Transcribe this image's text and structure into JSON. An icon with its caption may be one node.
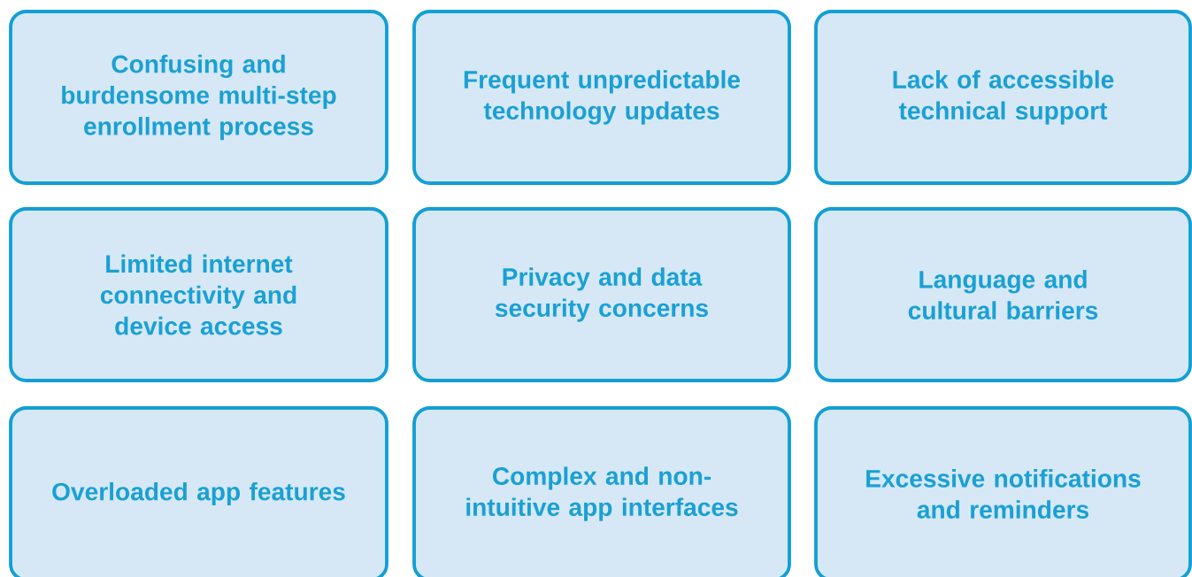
{
  "diagram": {
    "nodes": [
      {
        "text": [
          "Confusing and burdensome multi-step enrollment process"
        ]
      },
      {
        "text": [
          "Frequent unpredictable technology updates"
        ]
      },
      {
        "text": [
          "Lack of accessible technical support"
        ]
      },
      {
        "text": [
          "Limited internet connectivity and device access"
        ]
      },
      {
        "text": [
          "Privacy and data security concerns"
        ]
      },
      {
        "text": [
          "Language and cultural barriers"
        ]
      },
      {
        "text": [
          "Overloaded app features"
        ]
      },
      {
        "text": [
          "Complex and non-intuitive app interfaces"
        ]
      },
      {
        "text": [
          "Excessive notifications and reminders"
        ]
      }
    ]
  }
}
